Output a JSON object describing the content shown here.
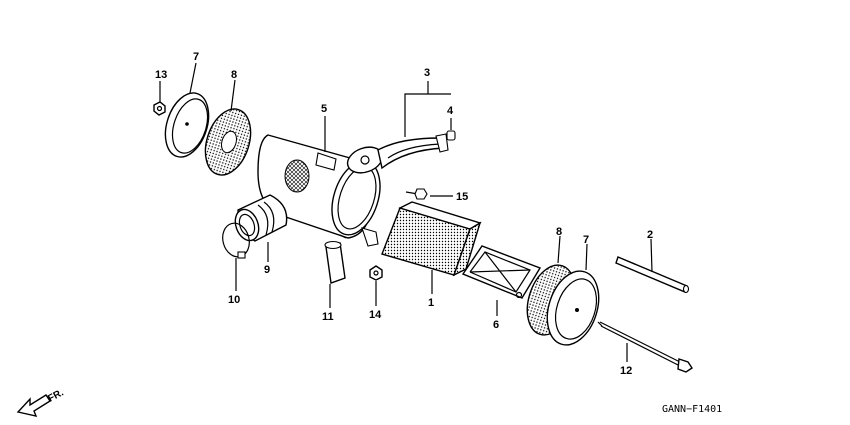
{
  "diagram": {
    "drawing_code": "GANN−F1401",
    "direction_label": "FR.",
    "callouts": [
      {
        "id": "c1",
        "label": "1"
      },
      {
        "id": "c2",
        "label": "2"
      },
      {
        "id": "c3",
        "label": "3"
      },
      {
        "id": "c4",
        "label": "4"
      },
      {
        "id": "c5",
        "label": "5"
      },
      {
        "id": "c6",
        "label": "6"
      },
      {
        "id": "c7a",
        "label": "7"
      },
      {
        "id": "c7b",
        "label": "7"
      },
      {
        "id": "c8a",
        "label": "8"
      },
      {
        "id": "c8b",
        "label": "8"
      },
      {
        "id": "c9",
        "label": "9"
      },
      {
        "id": "c10",
        "label": "10"
      },
      {
        "id": "c11",
        "label": "11"
      },
      {
        "id": "c12",
        "label": "12"
      },
      {
        "id": "c13",
        "label": "13"
      },
      {
        "id": "c14",
        "label": "14"
      },
      {
        "id": "c15",
        "label": "15"
      }
    ]
  }
}
